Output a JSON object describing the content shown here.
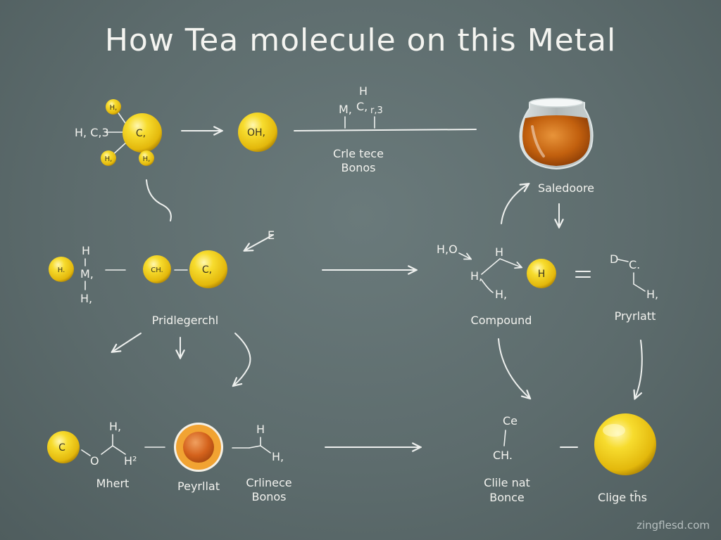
{
  "title": "How Tea molecule on this Metal",
  "watermark": "zingflesd.com",
  "colors": {
    "board": "#5d6c6d",
    "chalk": "#eef0ee",
    "atom_yellow": "#f3d01d",
    "atom_orange": "#e0701f",
    "tea_amber": "#b95a10"
  },
  "top_row": {
    "mol1": {
      "h_label": "H,",
      "c_label": "C,",
      "ball_top": "H,",
      "ball_l": "H,",
      "ball_r": "H,"
    },
    "mol1_left": "H, C,3",
    "oh_ball": "OH,",
    "structure": {
      "h": "H",
      "m": "M,",
      "c": "C,",
      "r": "r,3"
    },
    "bond_label_1": "Crle tece",
    "bond_label_2": "Bonos",
    "salt_label": "Saledoore"
  },
  "middle_row": {
    "e_label": "E",
    "left_struct": {
      "h_top": "H",
      "m": "M,",
      "h_bot": "H,",
      "ball_h": "H."
    },
    "ball_ch": "CH.",
    "ball_c": "C,",
    "left_label": "Pridlegerchl",
    "h2o": "H,O",
    "h_top": "H",
    "h_left": "H,",
    "h_bot": "H,",
    "ball_h": "H",
    "compound_label": "Compound",
    "right_struct": {
      "d": "D",
      "c": "C.",
      "h": "H, "
    },
    "right_label": "Pryrlatt"
  },
  "bottom_row": {
    "ball_c": "C",
    "o": "O",
    "h_top": "H,",
    "h2": "H²",
    "label_1": "Mhert",
    "label_2": "Peyrllat",
    "h_r_top": "H",
    "h_r": "H,",
    "label_3a": "Crlinece",
    "label_3b": "Bonos",
    "ce": "Ce",
    "ch": "CH.",
    "label_4a": "Clile nat",
    "label_4b": "Bonce",
    "label_5": "Clige th̄s"
  }
}
